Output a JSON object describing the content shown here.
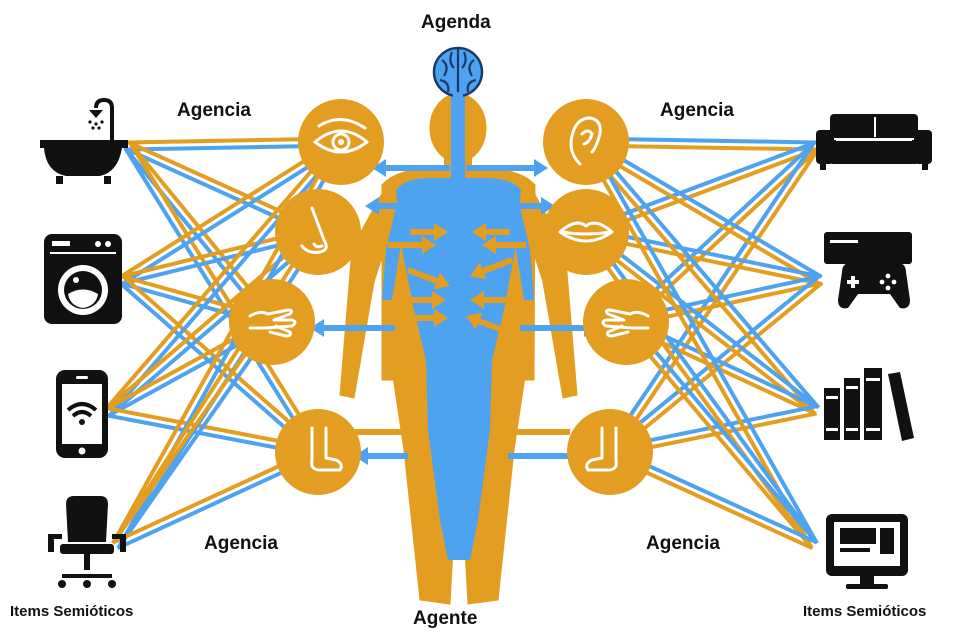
{
  "labels": {
    "agenda": "Agenda",
    "agencia_top_left": "Agencia",
    "agencia_top_right": "Agencia",
    "agencia_bottom_left": "Agencia",
    "agencia_bottom_right": "Agencia",
    "agente": "Agente",
    "items_left": "Items Semióticos",
    "items_right": "Items Semióticos"
  },
  "colors": {
    "orange": "#E39E21",
    "blue": "#4DA3F0",
    "black": "#111111",
    "white": "#ffffff"
  },
  "senses_left": [
    "eye-icon",
    "nose-icon",
    "hand-icon",
    "foot-icon"
  ],
  "senses_right": [
    "ear-icon",
    "mouth-icon",
    "hand-icon",
    "foot-icon"
  ],
  "objects_left": [
    "bathtub-icon",
    "washing-machine-icon",
    "smartphone-wifi-icon",
    "office-chair-icon"
  ],
  "objects_right": [
    "sofa-icon",
    "game-console-icon",
    "books-icon",
    "monitor-icon"
  ]
}
